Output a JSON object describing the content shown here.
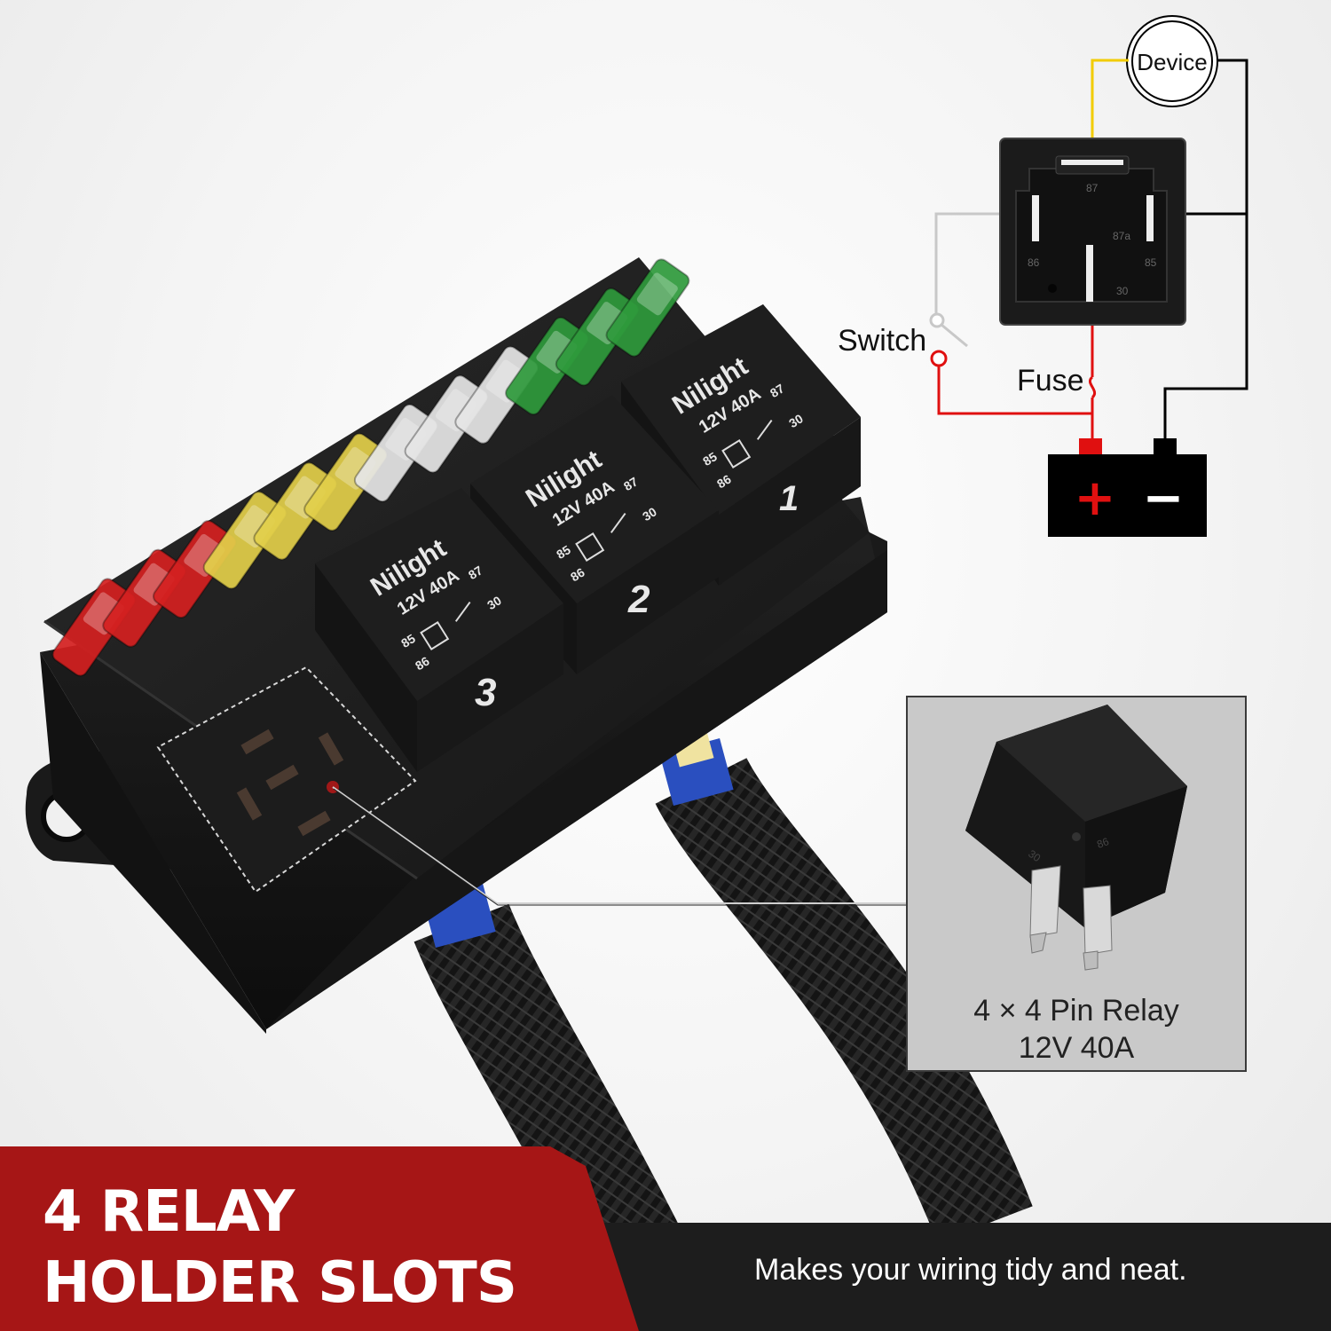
{
  "diagram": {
    "device_label": "Device",
    "switch_label": "Switch",
    "fuse_label": "Fuse",
    "pin_87": "87",
    "pin_87a": "87a",
    "pin_86": "86",
    "pin_85": "85",
    "pin_30": "30",
    "battery_plus": "+",
    "battery_minus": "−",
    "colors": {
      "yellow_wire": "#f2cc00",
      "red_wire": "#e01010",
      "grey_wire": "#c8c8c8",
      "black_wire": "#000000"
    }
  },
  "relays": [
    {
      "brand": "Nilight",
      "rating": "12V  40A",
      "number": "1",
      "pin_85": "85",
      "pin_86": "86",
      "pin_87": "87",
      "pin_30": "30"
    },
    {
      "brand": "Nilight",
      "rating": "12V  40A",
      "number": "2",
      "pin_85": "85",
      "pin_86": "86",
      "pin_87": "87",
      "pin_30": "30"
    },
    {
      "brand": "Nilight",
      "rating": "12V  40A",
      "number": "3",
      "pin_85": "85",
      "pin_86": "86",
      "pin_87": "87",
      "pin_30": "30"
    }
  ],
  "fuse_colors": [
    "#d42020",
    "#d42020",
    "#d42020",
    "#e2cf4a",
    "#e2cf4a",
    "#e2cf4a",
    "#e6e6e6",
    "#e6e6e6",
    "#e6e6e6",
    "#2f9a3c",
    "#2f9a3c",
    "#2f9a3c"
  ],
  "inset": {
    "caption_line1": "4 × 4 Pin Relay",
    "caption_line2": "12V 40A",
    "relay_pin_30": "30",
    "relay_pin_86": "86"
  },
  "footer": {
    "headline_line1": "4 RELAY",
    "headline_line2": "HOLDER SLOTS",
    "tagline": "Makes your wiring tidy and neat.",
    "accent_color": "#a61616"
  }
}
